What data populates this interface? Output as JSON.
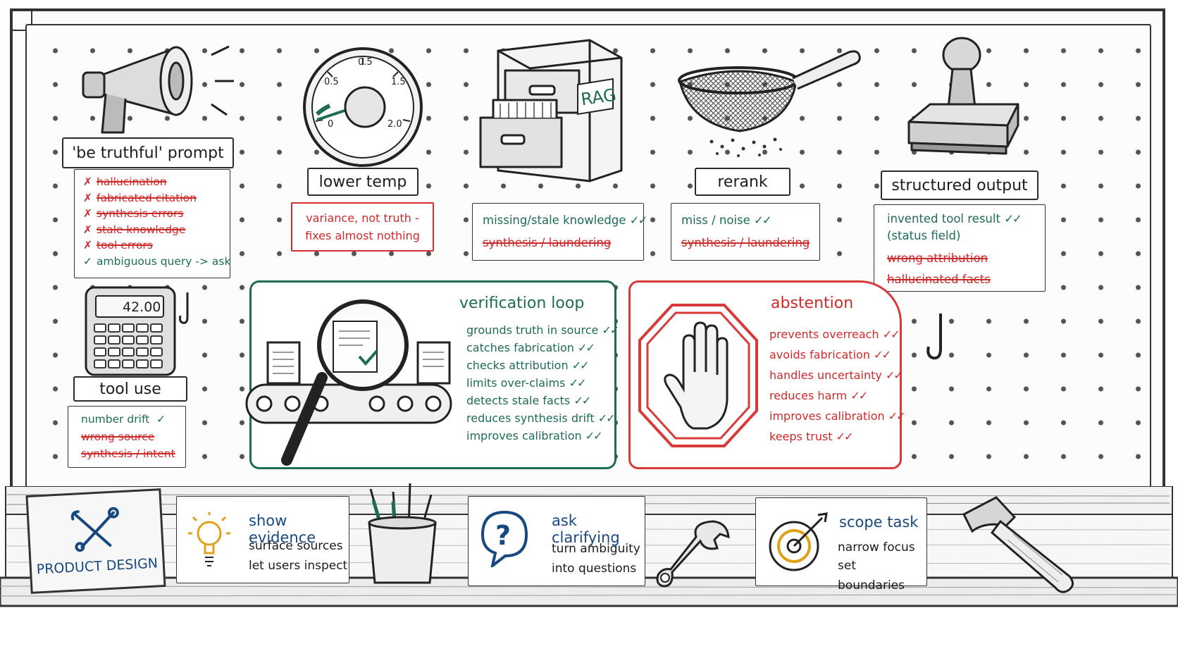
{
  "tools": {
    "prompt": {
      "label": "'be truthful' prompt",
      "items": [
        {
          "text": "hallucination",
          "status": "crossed"
        },
        {
          "text": "fabricated citation",
          "status": "crossed"
        },
        {
          "text": "synthesis errors",
          "status": "crossed"
        },
        {
          "text": "stale knowledge",
          "status": "crossed"
        },
        {
          "text": "tool errors",
          "status": "crossed"
        },
        {
          "text": "ambiguous query -> ask",
          "status": "checked"
        }
      ]
    },
    "temp": {
      "label": "lower temp",
      "dial_ticks": [
        "0",
        "0.5",
        "1.5",
        "2.0",
        "0.5"
      ],
      "note_line1": "variance, not truth -",
      "note_line2": "fixes almost nothing"
    },
    "rag": {
      "sign": "RAG",
      "good": "missing/stale knowledge",
      "good_mark": "✓✓",
      "bad": "synthesis / laundering"
    },
    "rerank": {
      "label": "rerank",
      "good": "miss / noise",
      "good_mark": "✓✓",
      "bad": "synthesis / laundering"
    },
    "structured": {
      "label": "structured output",
      "good_line1": "invented tool result",
      "good_mark": "✓✓",
      "good_line2": "(status field)",
      "bad1": "wrong attribution",
      "bad2": "hallucinated facts"
    },
    "tooluse": {
      "display": "42.00",
      "label": "tool use",
      "good": "number drift",
      "good_mark": "✓",
      "bad1": "wrong source",
      "bad2": "synthesis / intent"
    }
  },
  "verification": {
    "title": "verification loop",
    "items": [
      "grounds truth in source",
      "catches fabrication",
      "checks attribution",
      "limits over-claims",
      "detects stale facts",
      "reduces synthesis drift",
      "improves calibration"
    ],
    "mark": "✓✓"
  },
  "abstention": {
    "title": "abstention",
    "items": [
      "prevents overreach",
      "avoids fabrication",
      "handles uncertainty",
      "reduces harm",
      "improves calibration",
      "keeps trust"
    ],
    "mark": "✓✓"
  },
  "shelf": {
    "sign": "PRODUCT DESIGN",
    "cards": [
      {
        "title": "show evidence",
        "line1": "surface sources",
        "line2": "let users inspect"
      },
      {
        "title": "ask clarifying",
        "line1": "turn ambiguity",
        "line2": "into questions"
      },
      {
        "title": "scope task",
        "line1": "narrow focus",
        "line2": "set boundaries"
      }
    ]
  },
  "colors": {
    "green": "#1e6b57",
    "red": "#cf2a2a",
    "blue": "#17487f",
    "gold": "#e0a21a"
  }
}
